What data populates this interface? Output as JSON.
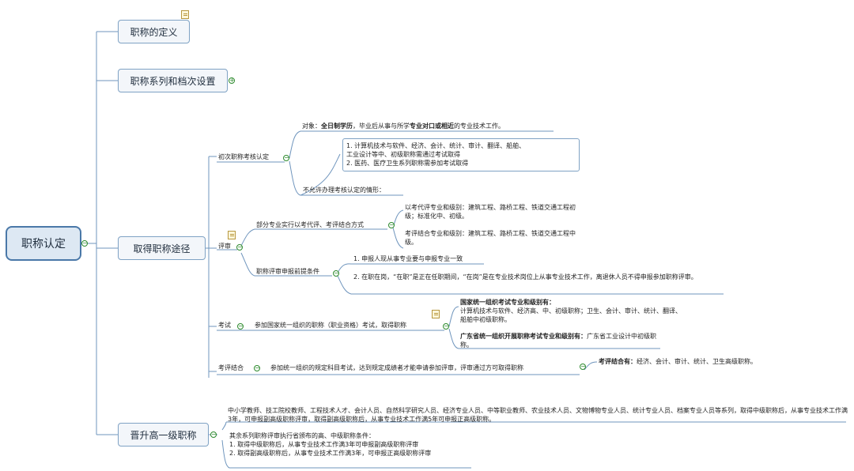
{
  "root": {
    "label": "职称认定"
  },
  "branches": {
    "definition": {
      "label": "职称的定义"
    },
    "series": {
      "label": "职称系列和档次设置"
    },
    "acquire": {
      "label": "取得职称途径"
    },
    "promote": {
      "label": "晋升高一级职称"
    }
  },
  "initial": {
    "label": "初次职称考核认定",
    "object_prefix": "对象：",
    "object_bold1": "全日制学历",
    "object_mid": "，毕业后从事与所学",
    "object_bold2": "专业对口或相近",
    "object_suffix": "的专业技术工作。",
    "not_allowed_line1": "1. 计算机技术与软件、经济、会计、统计、审计、翻译、船舶、",
    "not_allowed_line2": "工业设计等中、初级职称需通过考试取得",
    "not_allowed_line3": "2. 医药、医疗卫生系列职称需参加考试取得",
    "not_allowed_label": "不允许办理考核认定的情形："
  },
  "review": {
    "label": "评审",
    "part_label": "部分专业实行以考代评、考评结合方式",
    "replace_text": "以考代评专业和级别：建筑工程、路桥工程、铁道交通工程初级；标准化中、初级。",
    "combine_text": "考评结合专业和级别：建筑工程、路桥工程、铁道交通工程中级。",
    "prereq_label": "职称评审申报前提条件",
    "prereq_1": "1. 申报人现从事专业要与申报专业一致",
    "prereq_2": "2. 在职在岗，“在职”是正在任职期间，“在岗”是在专业技术岗位上从事专业技术工作，离退休人员不得申报参加职称评审。"
  },
  "exam": {
    "label": "考试",
    "desc": "参加国家统一组织的职称（职业资格）考试，取得职称",
    "national_title": "国家统一组织考试专业和级别有：",
    "national_text": "计算机技术与软件、经济高、中、初级职称；卫生、会计、审计、统计、翻译、船舶中初级职称。",
    "gd_title": "广东省统一组织开展职称考试专业和级别有：",
    "gd_text": "广东省工业设计中初级职称。"
  },
  "combo": {
    "label": "考评结合",
    "desc": "参加统一组织的规定科目考试，达到规定成绩者才能申请参加评审，评审通过方可取得职称",
    "detail_title": "考评结合有：",
    "detail_text": "经济、会计、审计、统计、卫生高级职称。"
  },
  "promotion": {
    "first_text": "中小学教师、技工院校教师、工程技术人才、会计人员、自然科学研究人员、经济专业人员、中等职业教师、农业技术人员、文物博物专业人员、统计专业人员、档案专业人员等系列，取得中级职称后，从事专业技术工作满3年，可申报副高级职称评审，取得副高级职称后，从事专业技术工作满5年可申报正高级职称。",
    "other_title": "其余系列职称评审执行省颁布的高、中级职称条件：",
    "other_1": "1. 取得中级职称后，从事专业技术工作满3年可申报副高级职称评审",
    "other_2": "2. 取得副高级职称后，从事专业技术工作满3年，可申报正高级职称评审"
  },
  "toggles": {
    "collapse": "−",
    "expand": "+"
  },
  "icons": {
    "note": "note-icon"
  }
}
